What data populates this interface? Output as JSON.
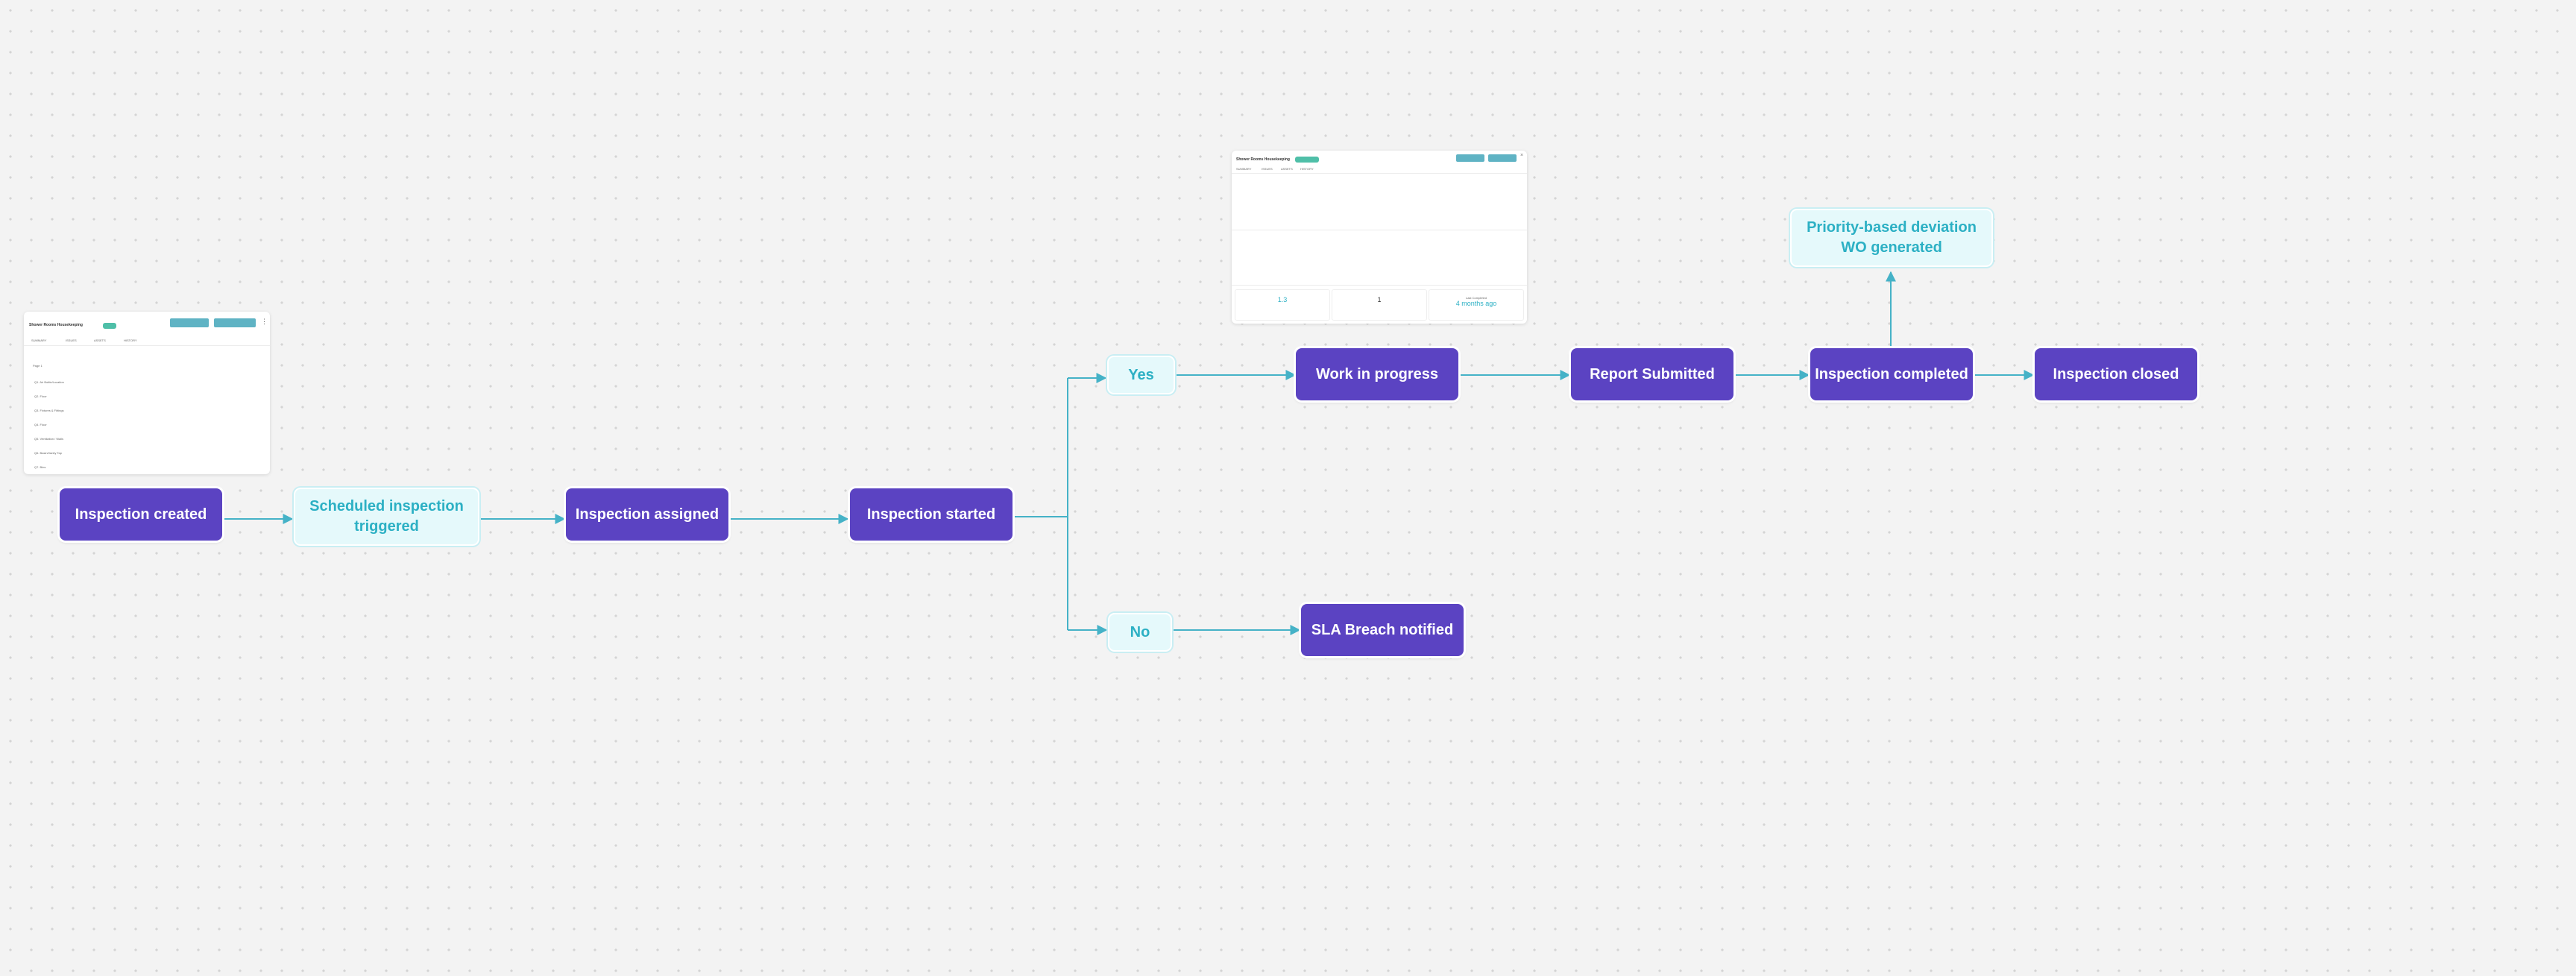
{
  "colors": {
    "primary_node": "#5b43c2",
    "secondary_node_bg": "#e5f9fb",
    "secondary_node_text": "#2cb0c4",
    "connector": "#45b2c7"
  },
  "nodes": {
    "inspection_created": "Inspection created",
    "scheduled_line1": "Scheduled inspection",
    "scheduled_line2": "triggered",
    "inspection_assigned": "Inspection assigned",
    "inspection_started": "Inspection started",
    "yes": "Yes",
    "no": "No",
    "work_in_progress": "Work in progress",
    "report_submitted": "Report Submitted",
    "inspection_completed": "Inspection completed",
    "inspection_closed": "Inspection closed",
    "sla_breach": "SLA Breach notified",
    "priority_line1": "Priority-based deviation",
    "priority_line2": "WO generated"
  },
  "card_left": {
    "title": "Shower Rooms Housekeeping",
    "tabs": [
      "SUMMARY",
      "ISSUES",
      "ASSETS",
      "HISTORY"
    ],
    "section": "Page 1",
    "rows": [
      "Q1. Air Bottle/Location",
      "Q2. Floor",
      "Q3. Fixtures & Fittings",
      "Q4. Floor",
      "Q5. Ventilation / Walls",
      "Q6. Basin/Vanity Tap",
      "Q7. Bins"
    ]
  },
  "card_right": {
    "title": "Shower Rooms Housekeeping",
    "tabs": [
      "SUMMARY",
      "ISSUES",
      "ASSETS",
      "HISTORY"
    ],
    "stat1": "1.3",
    "stat2": "1",
    "stat3_label": "Last Completed",
    "stat3": "4 months ago"
  }
}
